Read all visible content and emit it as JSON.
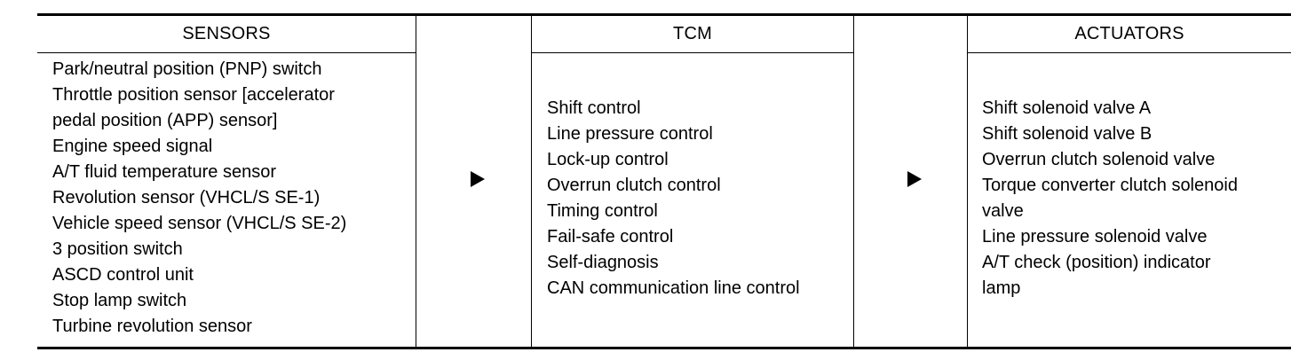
{
  "sensors": {
    "header": "SENSORS",
    "items": [
      "Park/neutral position (PNP) switch",
      "Throttle position sensor [accelerator",
      "pedal position (APP) sensor]",
      "Engine speed signal",
      "A/T fluid temperature sensor",
      "Revolution sensor (VHCL/S SE-1)",
      "Vehicle speed sensor (VHCL/S SE-2)",
      "3 position switch",
      "ASCD control unit",
      "Stop lamp switch",
      "Turbine revolution sensor"
    ]
  },
  "tcm": {
    "header": "TCM",
    "items": [
      "Shift control",
      "Line pressure control",
      "Lock-up control",
      "Overrun clutch control",
      "Timing control",
      "Fail-safe control",
      "Self-diagnosis",
      "CAN communication line control"
    ]
  },
  "actuators": {
    "header": "ACTUATORS",
    "items": [
      "Shift solenoid valve A",
      "Shift solenoid valve B",
      "Overrun clutch solenoid valve",
      "Torque converter clutch solenoid",
      "valve",
      "Line pressure solenoid valve",
      "A/T check (position) indicator",
      "lamp"
    ]
  },
  "icons": {
    "arrow_1": "arrow-right-icon",
    "arrow_2": "arrow-right-icon"
  }
}
